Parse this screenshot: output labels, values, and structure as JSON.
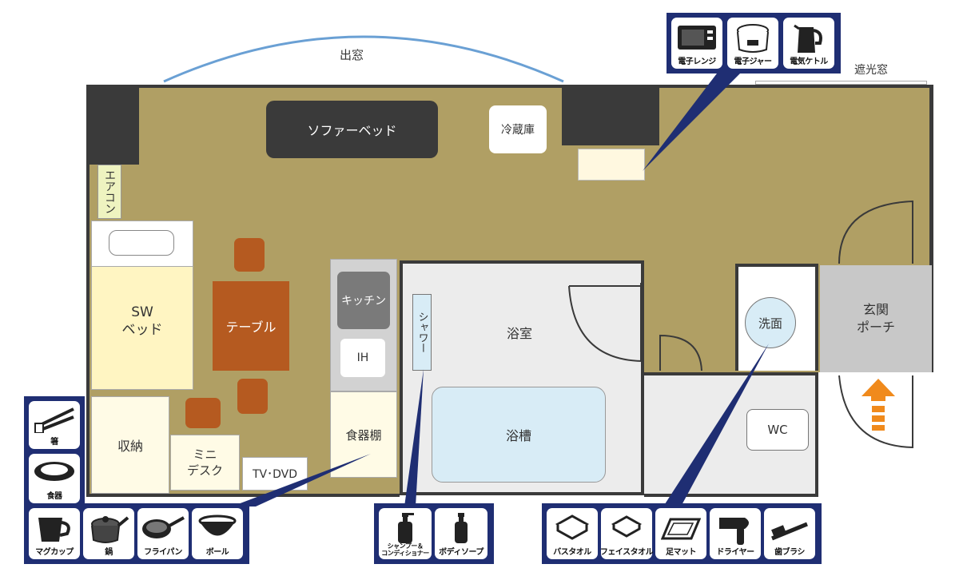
{
  "labels": {
    "bay_window": "出窓",
    "blackout_window": "遮光窓",
    "sofa_bed": "ソファーベッド",
    "fridge": "冷蔵庫",
    "aircon": "エアコン",
    "bed": "SW\nベッド",
    "table": "テーブル",
    "kitchen": "キッチン",
    "ih": "IH",
    "shower": "シャワー",
    "bathroom": "浴室",
    "bathtub": "浴槽",
    "washbasin": "洗面",
    "entrance": "玄関\nポーチ",
    "wc": "WC",
    "storage": "収納",
    "mini_desk": "ミニ\nデスク",
    "tv": "TV･DVD",
    "dish_shelf": "食器棚"
  },
  "panels": {
    "appliances": [
      "電子レンジ",
      "電子ジャー",
      "電気ケトル"
    ],
    "dining_side": [
      "箸",
      "食器"
    ],
    "kitchenware": [
      "マグカップ",
      "鍋",
      "フライパン",
      "ボール"
    ],
    "toiletries": [
      "シャンプー＆\nコンディショナー",
      "ボディソープ"
    ],
    "bath_items": [
      "バスタオル",
      "フェイスタオル",
      "足マット",
      "ドライヤー",
      "歯ブラシ"
    ]
  },
  "colors": {
    "floor": "#b09f64",
    "wall": "#3a3a3a",
    "panel": "#1f2e73",
    "table": "#b55a20",
    "bed": "#fff5c2",
    "bath_floor": "#ececec",
    "tub": "#d8ecf6",
    "entrance": "#c8c8c8",
    "arrow": "#f08a1c",
    "bay_arc": "#6aa0d4"
  }
}
